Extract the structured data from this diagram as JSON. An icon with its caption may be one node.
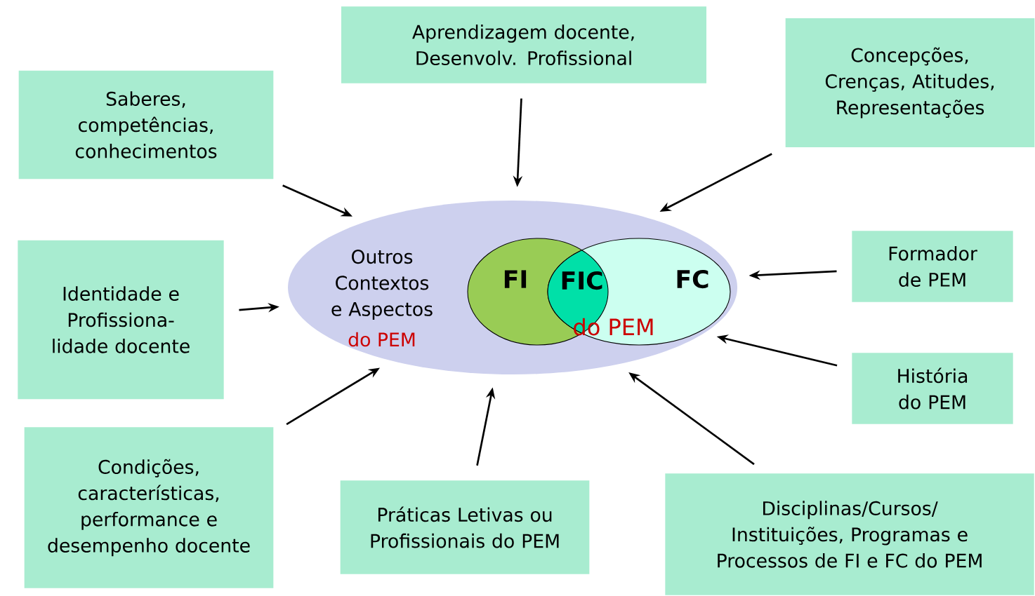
{
  "diagram": {
    "nodes": [
      {
        "text": [
          "Outros Contextos e Aspectos",
          "do PEM"
        ]
      },
      {
        "text": [
          "FI"
        ],
        "in": 0
      },
      {
        "text": [
          "FC"
        ],
        "in": 0
      },
      {
        "text": [
          "FIC"
        ]
      },
      {
        "text": [
          "Aprendizagem docente, Desenvolv. Profissional"
        ]
      },
      {
        "text": [
          "Saberes, competências, conhecimentos"
        ]
      },
      {
        "text": [
          "Concepções, Crenças, Atitudes, Representações"
        ]
      },
      {
        "text": [
          "Identidade e Profissiona-lidade docente"
        ]
      },
      {
        "text": [
          "Formador de PEM"
        ]
      },
      {
        "text": [
          "História do PEM"
        ]
      },
      {
        "text": [
          "Condições, características, performance e desempenho docente"
        ]
      },
      {
        "text": [
          "Práticas Letivas ou Profissionais do PEM"
        ]
      },
      {
        "text": [
          "Disciplinas/Cursos/ Instituições, Programas e Processos de FI e FC do PEM"
        ]
      }
    ],
    "edges": [
      {
        "from": 4,
        "to": 0,
        "arrow": "to"
      },
      {
        "from": 5,
        "to": 0,
        "arrow": "to"
      },
      {
        "from": 6,
        "to": 0,
        "arrow": "to"
      },
      {
        "from": 7,
        "to": 0,
        "arrow": "to"
      },
      {
        "from": 8,
        "to": 0,
        "arrow": "to"
      },
      {
        "from": 9,
        "to": 0,
        "arrow": "to"
      },
      {
        "from": 10,
        "to": 0,
        "arrow": "to"
      },
      {
        "from": 11,
        "to": 0,
        "arrow": "to"
      },
      {
        "from": 12,
        "to": 0,
        "arrow": "to"
      }
    ],
    "labels": [
      "do PEM"
    ]
  }
}
